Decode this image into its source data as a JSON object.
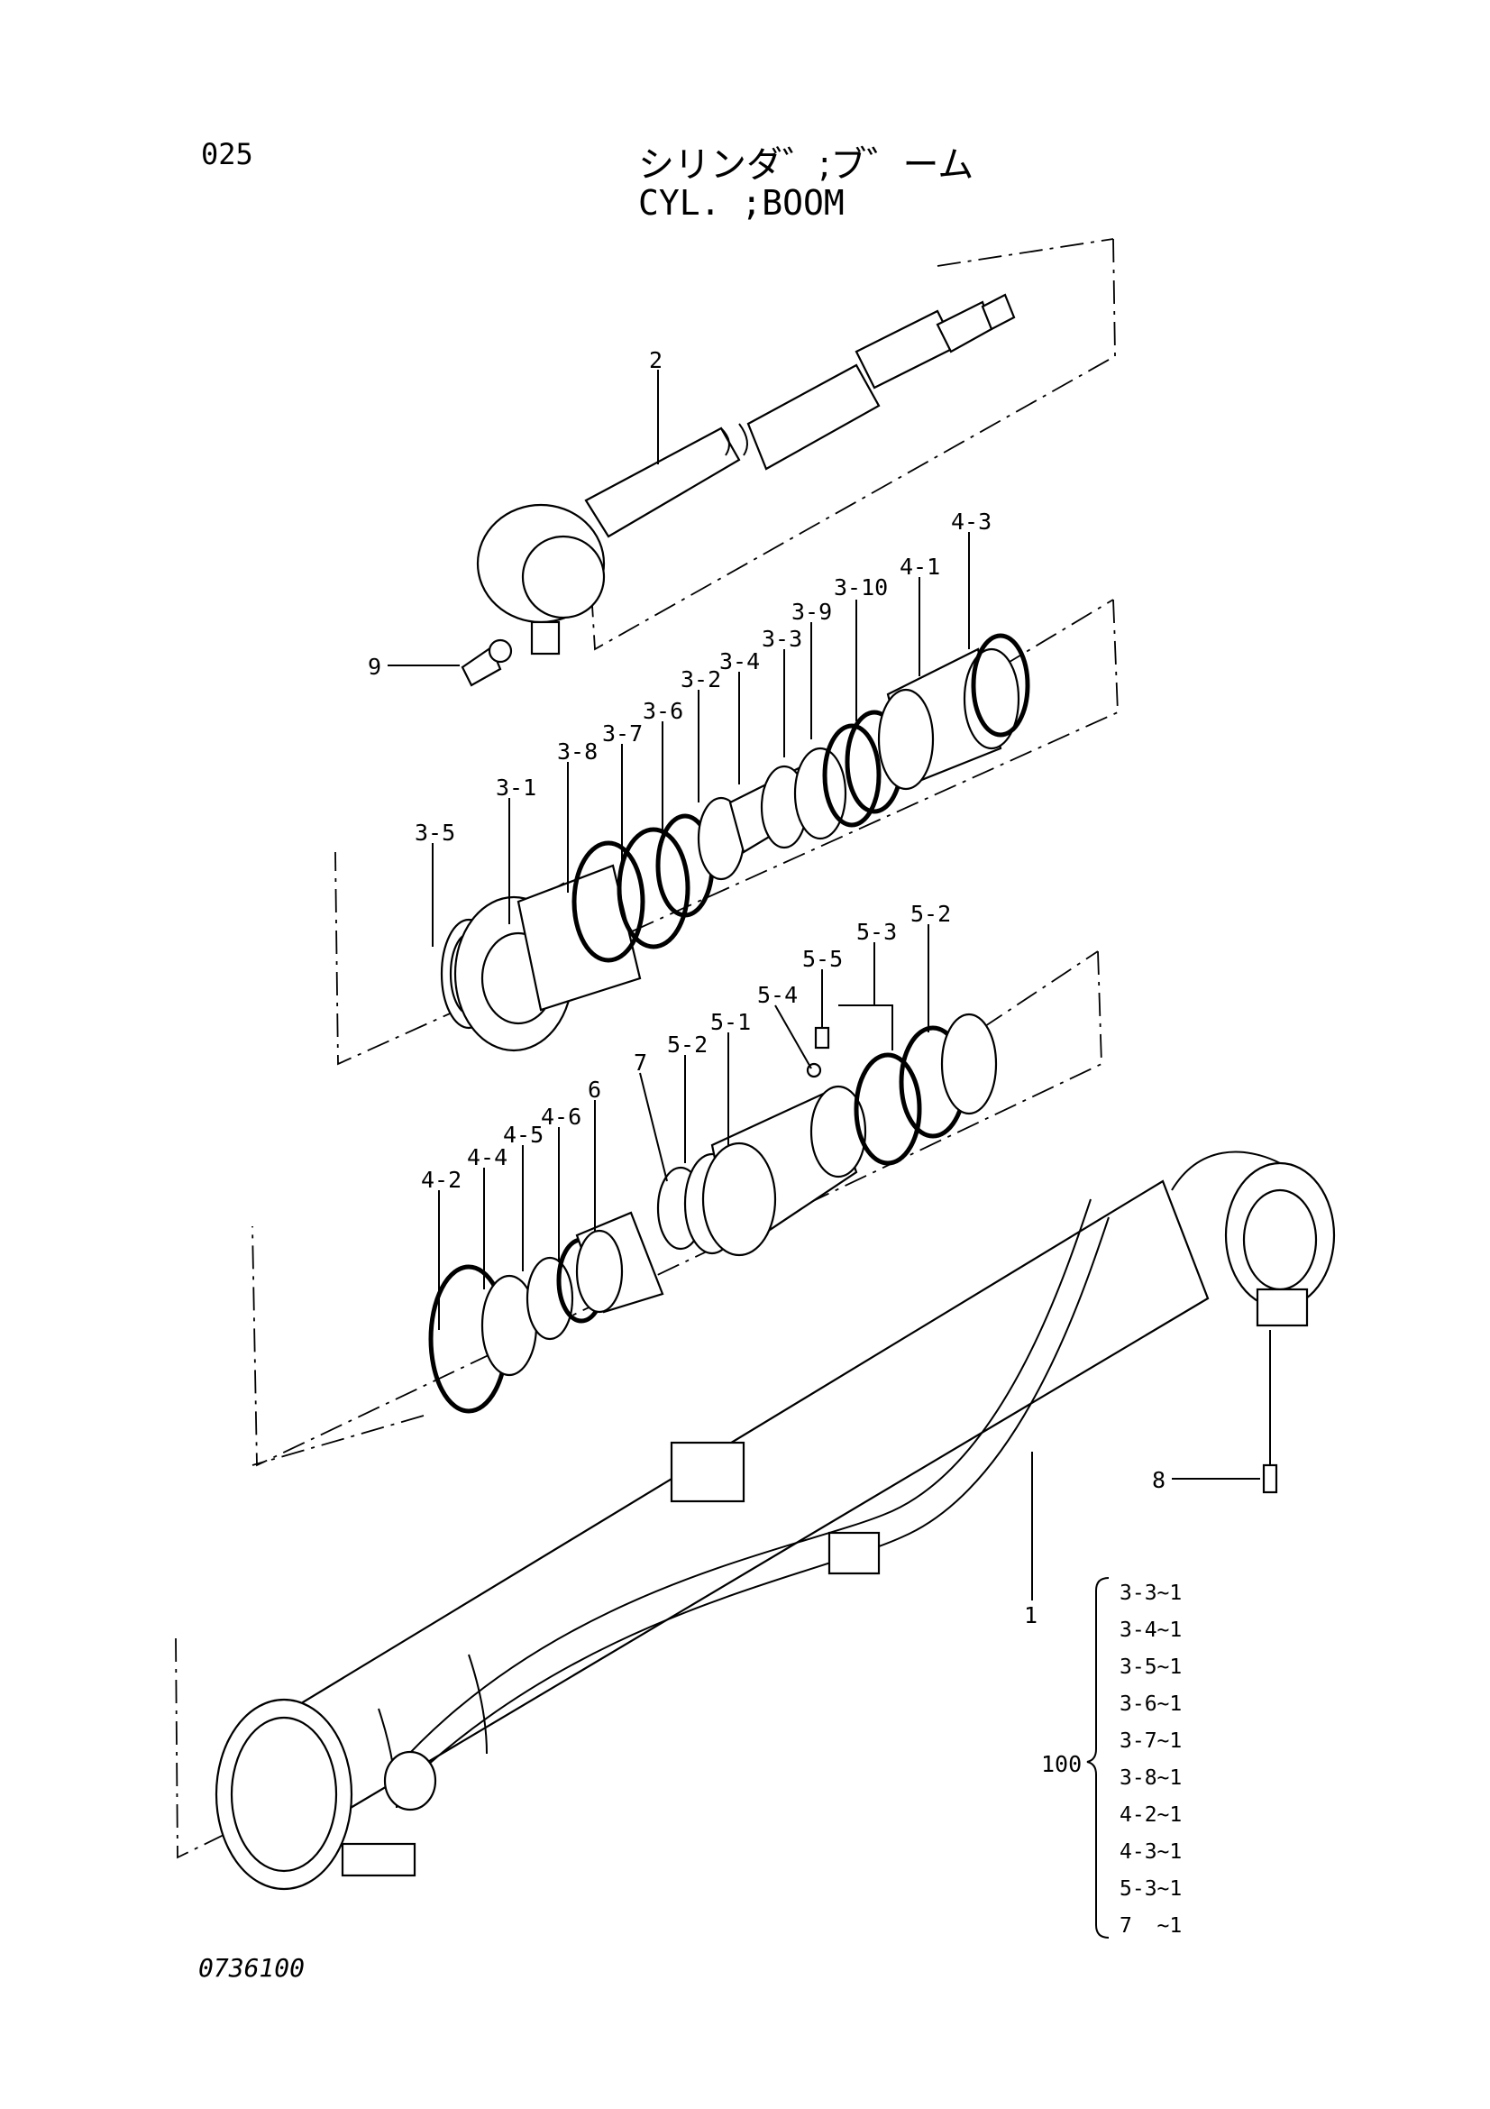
{
  "header": {
    "page_number": "025",
    "title_jp": "シリンダ゛;ブ゛ーム",
    "title_en": "CYL. ;BOOM"
  },
  "callouts": [
    {
      "id": "c-2",
      "label": "2"
    },
    {
      "id": "c-9",
      "label": "9"
    },
    {
      "id": "c-4-3",
      "label": "4-3"
    },
    {
      "id": "c-4-1",
      "label": "4-1"
    },
    {
      "id": "c-3-10",
      "label": "3-10"
    },
    {
      "id": "c-3-9",
      "label": "3-9"
    },
    {
      "id": "c-3-3",
      "label": "3-3"
    },
    {
      "id": "c-3-4",
      "label": "3-4"
    },
    {
      "id": "c-3-2",
      "label": "3-2"
    },
    {
      "id": "c-3-6",
      "label": "3-6"
    },
    {
      "id": "c-3-7",
      "label": "3-7"
    },
    {
      "id": "c-3-8",
      "label": "3-8"
    },
    {
      "id": "c-3-1",
      "label": "3-1"
    },
    {
      "id": "c-3-5",
      "label": "3-5"
    },
    {
      "id": "c-5-2a",
      "label": "5-2"
    },
    {
      "id": "c-5-3",
      "label": "5-3"
    },
    {
      "id": "c-5-5",
      "label": "5-5"
    },
    {
      "id": "c-5-4",
      "label": "5-4"
    },
    {
      "id": "c-5-1",
      "label": "5-1"
    },
    {
      "id": "c-5-2b",
      "label": "5-2"
    },
    {
      "id": "c-7",
      "label": "7"
    },
    {
      "id": "c-6",
      "label": "6"
    },
    {
      "id": "c-4-6",
      "label": "4-6"
    },
    {
      "id": "c-4-5",
      "label": "4-5"
    },
    {
      "id": "c-4-4",
      "label": "4-4"
    },
    {
      "id": "c-4-2",
      "label": "4-2"
    },
    {
      "id": "c-8",
      "label": "8"
    },
    {
      "id": "c-1",
      "label": "1"
    }
  ],
  "seal_kit": {
    "label": "100",
    "items": [
      "3-3~1",
      "3-4~1",
      "3-5~1",
      "3-6~1",
      "3-7~1",
      "3-8~1",
      "4-2~1",
      "4-3~1",
      "5-3~1",
      "7  ~1"
    ]
  },
  "footer": {
    "drawing_number": "0736100"
  }
}
